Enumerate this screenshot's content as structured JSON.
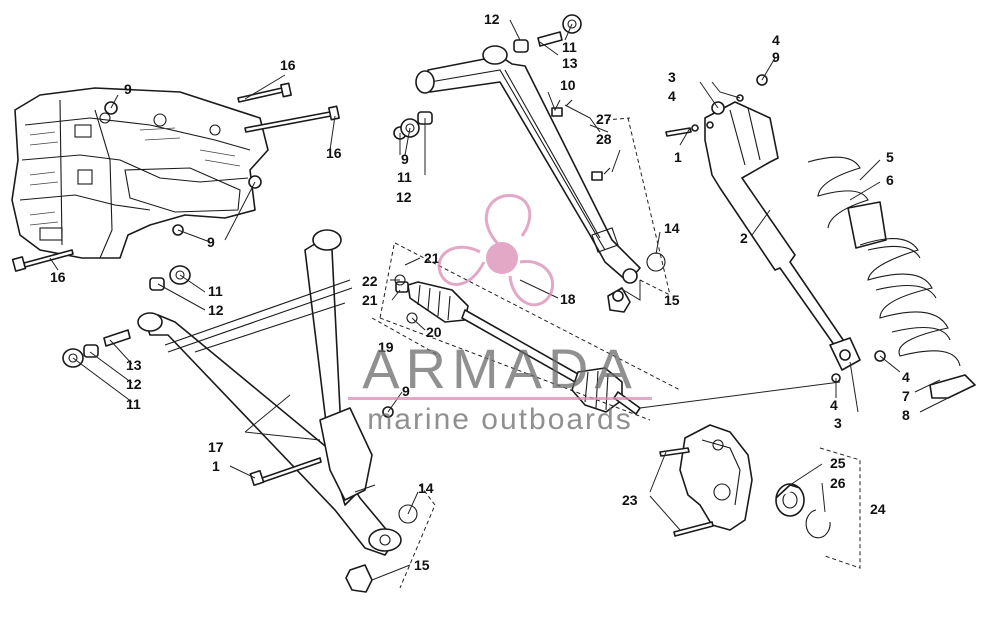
{
  "watermark": {
    "brand": "ARMADA",
    "tagline": "marine outboards",
    "color": "#d98bb4",
    "text_color": "#6b6b6b"
  },
  "callouts": {
    "c1a": "1",
    "c1b": "1",
    "c2": "2",
    "c3a": "3",
    "c3b": "3",
    "c4a": "4",
    "c4b": "4",
    "c4c": "4",
    "c4d": "4",
    "c5": "5",
    "c6": "6",
    "c7": "7",
    "c8": "8",
    "c9a": "9",
    "c9b": "9",
    "c9c": "9",
    "c9d": "9",
    "c9e": "9",
    "c10": "10",
    "c11a": "11",
    "c11b": "11",
    "c11c": "11",
    "c11d": "11",
    "c12a": "12",
    "c12b": "12",
    "c12c": "12",
    "c12d": "12",
    "c13a": "13",
    "c13b": "13",
    "c14a": "14",
    "c14b": "14",
    "c15a": "15",
    "c15b": "15",
    "c16a": "16",
    "c16b": "16",
    "c16c": "16",
    "c17": "17",
    "c18": "18",
    "c19": "19",
    "c20": "20",
    "c21a": "21",
    "c21b": "21",
    "c22": "22",
    "c23": "23",
    "c24": "24",
    "c25": "25",
    "c26": "26",
    "c27": "27",
    "c28": "28"
  }
}
